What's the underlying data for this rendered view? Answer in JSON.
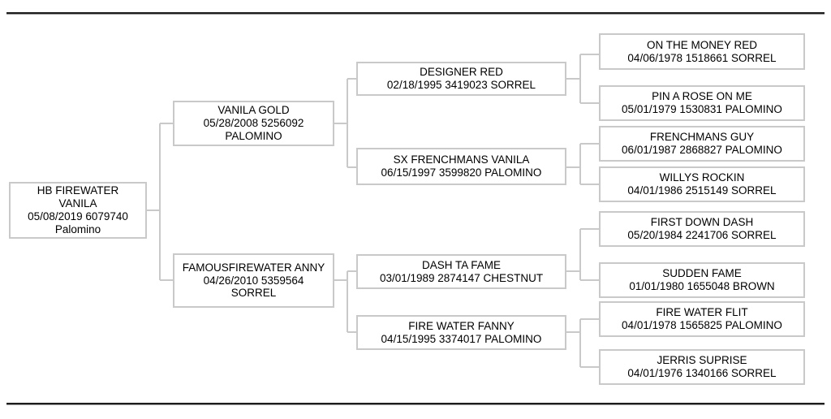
{
  "document": {
    "type": "pedigree-chart",
    "subject": "HB FIREWATER VANILA",
    "generations": 4
  },
  "rules": {
    "top_divider": "",
    "bottom_divider": ""
  },
  "nodes": {
    "root": {
      "name": "HB FIREWATER",
      "name2": "VANILA",
      "detail": "05/08/2019 6079740",
      "color": "Palomino"
    },
    "sire": {
      "name": "VANILA GOLD",
      "detail": "05/28/2008 5256092",
      "color": "PALOMINO"
    },
    "dam": {
      "name": "FAMOUSFIREWATER ANNY",
      "detail": "04/26/2010 5359564",
      "color": "SORREL"
    },
    "sire_sire": {
      "name": "DESIGNER RED",
      "detail": "02/18/1995 3419023 SORREL"
    },
    "sire_dam": {
      "name": "SX FRENCHMANS VANILA",
      "detail": "06/15/1997 3599820 PALOMINO"
    },
    "dam_sire": {
      "name": "DASH TA FAME",
      "detail": "03/01/1989 2874147 CHESTNUT"
    },
    "dam_dam": {
      "name": "FIRE WATER FANNY",
      "detail": "04/15/1995 3374017 PALOMINO"
    },
    "g4_1": {
      "name": "ON THE MONEY RED",
      "detail": "04/06/1978 1518661 SORREL"
    },
    "g4_2": {
      "name": "PIN A ROSE ON ME",
      "detail": "05/01/1979 1530831 PALOMINO"
    },
    "g4_3": {
      "name": "FRENCHMANS GUY",
      "detail": "06/01/1987 2868827 PALOMINO"
    },
    "g4_4": {
      "name": "WILLYS ROCKIN",
      "detail": "04/01/1986 2515149 SORREL"
    },
    "g4_5": {
      "name": "FIRST DOWN DASH",
      "detail": "05/20/1984 2241706 SORREL"
    },
    "g4_6": {
      "name": "SUDDEN FAME",
      "detail": "01/01/1980 1655048 BROWN"
    },
    "g4_7": {
      "name": "FIRE WATER FLIT",
      "detail": "04/01/1978 1565825 PALOMINO"
    },
    "g4_8": {
      "name": "JERRIS SUPRISE",
      "detail": "04/01/1976 1340166 SORREL"
    }
  },
  "colors": {
    "box_border": "#c9c9c9",
    "connector": "#c9c9c9",
    "rule": "#1c1c1c",
    "text": "#000000",
    "background": "#ffffff"
  }
}
